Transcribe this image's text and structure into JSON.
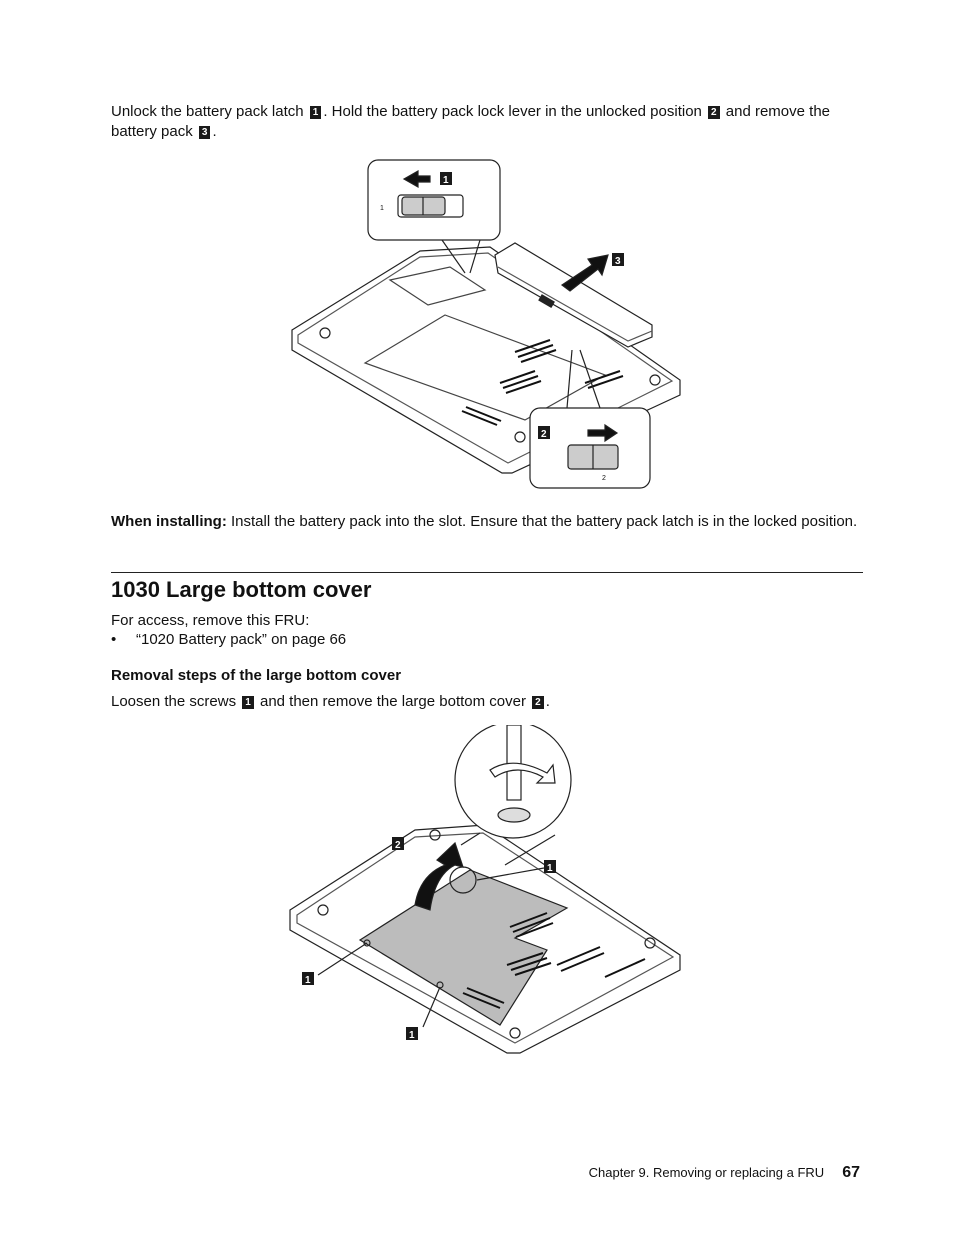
{
  "intro": {
    "text_a": "Unlock the battery pack latch ",
    "text_b": ". Hold the battery pack lock lever in the unlocked position ",
    "text_c": " and remove the battery pack ",
    "text_d": "."
  },
  "callouts": {
    "c1": "1",
    "c2": "2",
    "c3": "3"
  },
  "fig1": {
    "latch_left_label": "1",
    "latch_right_label": "2"
  },
  "installing": {
    "label": "When installing:",
    "text": " Install the battery pack into the slot.  Ensure that the battery pack latch is in the locked position."
  },
  "section": {
    "title": "1030 Large bottom cover",
    "access_text": "For access, remove this FRU:",
    "bullet": "•",
    "bullet_item": "“1020 Battery pack” on page 66",
    "subheading": "Removal steps of the large bottom cover",
    "step_a": "Loosen the screws ",
    "step_b": " and then remove the large bottom cover ",
    "step_c": "."
  },
  "footer": {
    "chapter": "Chapter 9.  Removing or replacing a FRU",
    "page": "67"
  }
}
